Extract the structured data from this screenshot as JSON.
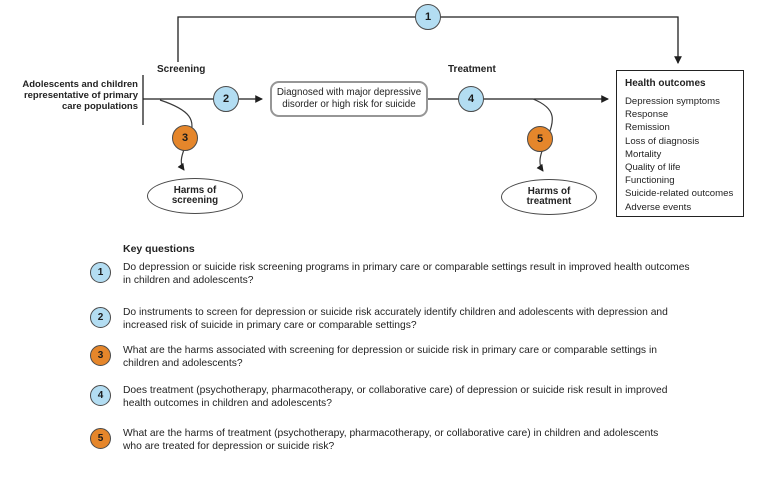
{
  "figure": {
    "population": "Adolescents and children\nrepresentative of primary\ncare populations",
    "screening_label": "Screening",
    "treatment_label": "Treatment",
    "diagnosed_box": "Diagnosed with major depressive\ndisorder or high risk for suicide",
    "harms_screening": "Harms of\nscreening",
    "harms_treatment": "Harms of\ntreatment",
    "outcomes": {
      "title": "Health outcomes",
      "items": [
        "Depression symptoms",
        "Response",
        "Remission",
        "Loss of diagnosis",
        "Mortality",
        "Quality of life",
        "Functioning",
        "Suicide-related outcomes",
        "Adverse events"
      ]
    },
    "circles": {
      "c1": "1",
      "c2": "2",
      "c3": "3",
      "c4": "4",
      "c5": "5"
    }
  },
  "key_questions": {
    "title": "Key questions",
    "items": [
      {
        "num": "1",
        "text": "Do depression or suicide risk screening programs in primary care or comparable settings result in improved health outcomes\nin children and adolescents?"
      },
      {
        "num": "2",
        "text": "Do instruments to screen for depression or suicide risk accurately identify children and adolescents with depression and\nincreased risk of suicide in primary care or comparable settings?"
      },
      {
        "num": "3",
        "text": "What are the harms associated with screening for depression or suicide risk in primary care or comparable settings in\nchildren and adolescents?"
      },
      {
        "num": "4",
        "text": "Does treatment (psychotherapy, pharmacotherapy, or collaborative care) of depression or suicide risk result in improved\nhealth outcomes in children and adolescents?"
      },
      {
        "num": "5",
        "text": "What are the harms of treatment (psychotherapy, pharmacotherapy, or collaborative care) in children and adolescents\nwho are treated for depression or suicide risk?"
      }
    ]
  },
  "colors": {
    "blue": "#b3ddf2",
    "orange": "#e5862b",
    "line": "#1f1f1f",
    "circle-border": "#4a4a4a",
    "text": "#232323",
    "box-border": "#969696"
  }
}
